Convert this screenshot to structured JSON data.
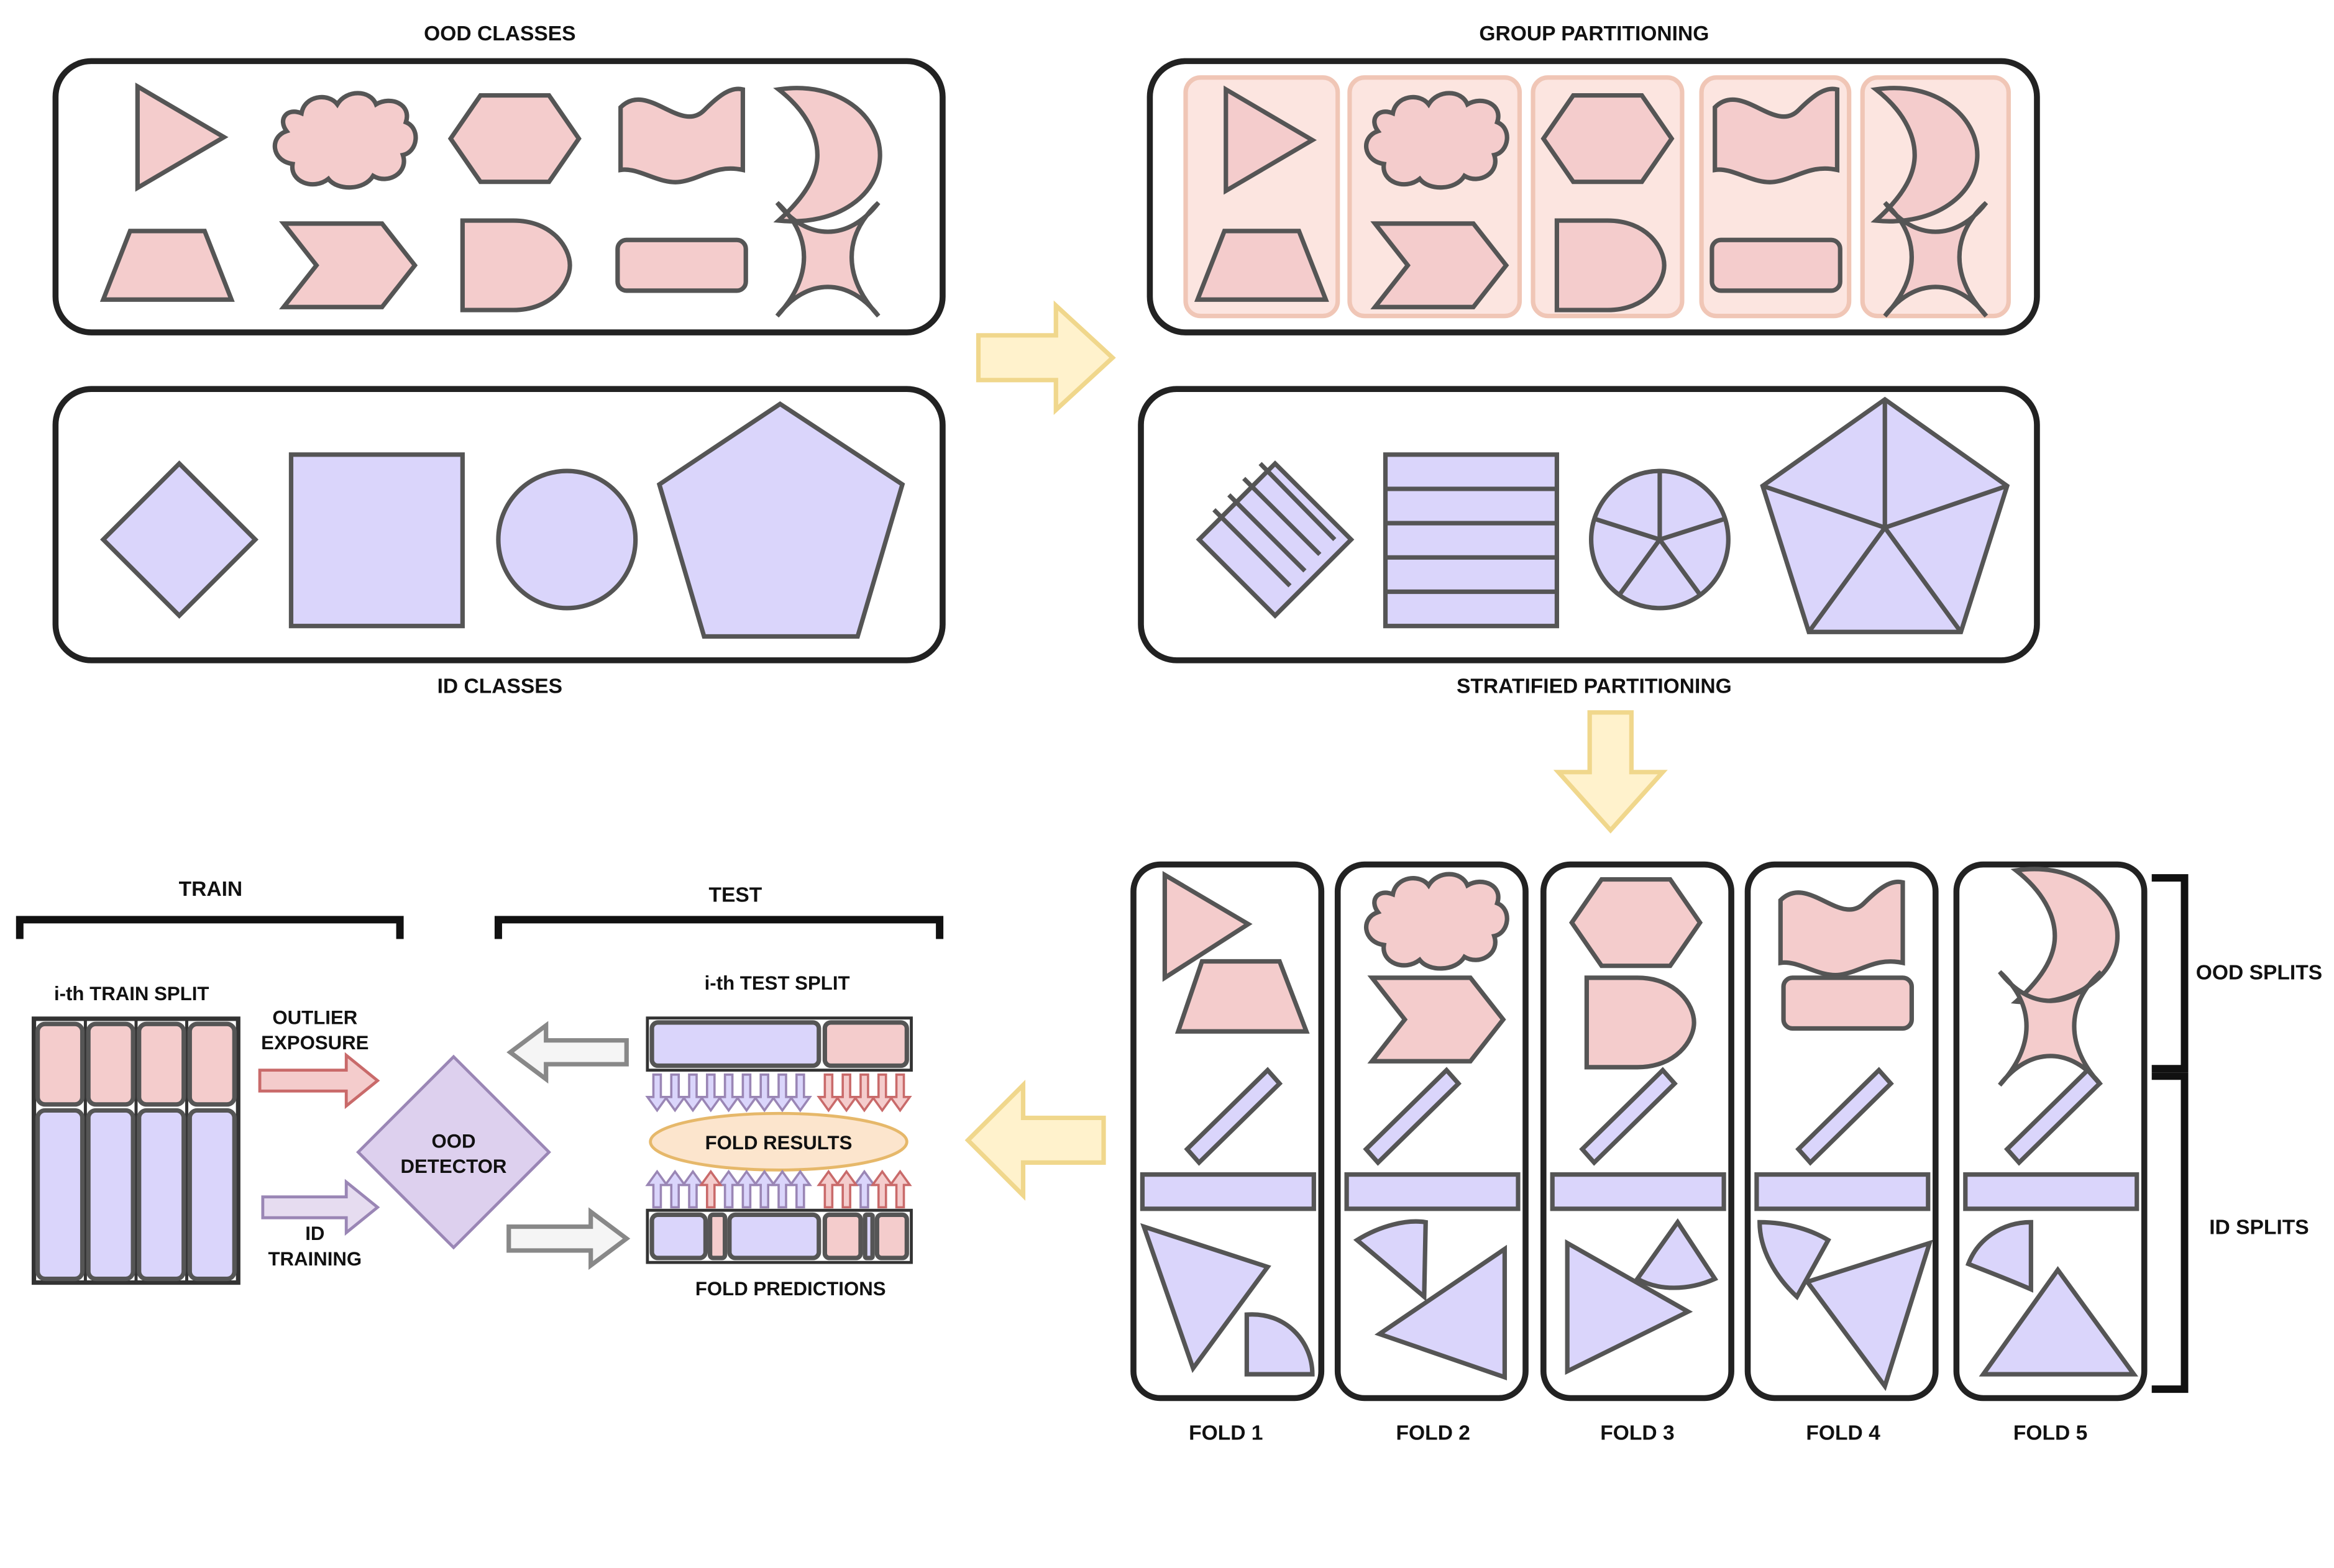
{
  "labels": {
    "ood_classes": "OOD CLASSES",
    "id_classes": "ID CLASSES",
    "group_partitioning": "GROUP PARTITIONING",
    "stratified_partitioning": "STRATIFIED PARTITIONING",
    "train": "TRAIN",
    "test": "TEST",
    "train_split": "i-th TRAIN SPLIT",
    "test_split": "i-th TEST SPLIT",
    "outlier_exposure_1": "OUTLIER",
    "outlier_exposure_2": "EXPOSURE",
    "id_training_1": "ID",
    "id_training_2": "TRAINING",
    "detector_1": "OOD",
    "detector_2": "DETECTOR",
    "fold_results": "FOLD RESULTS",
    "fold_predictions": "FOLD PREDICTIONS",
    "ood_splits": "OOD SPLITS",
    "id_splits": "ID SPLITS"
  },
  "folds": [
    "FOLD 1",
    "FOLD 2",
    "FOLD 3",
    "FOLD 4",
    "FOLD 5"
  ],
  "colors": {
    "ood": "#f4cccc",
    "id": "#dad5fb",
    "group": "#fce5e0",
    "flow_arrow": "#fff2cc",
    "result": "#fce5cd",
    "detector": "#ddd0ee",
    "outlier_arrow": "#f4cccc",
    "training_arrow": "#e6dcf0"
  }
}
